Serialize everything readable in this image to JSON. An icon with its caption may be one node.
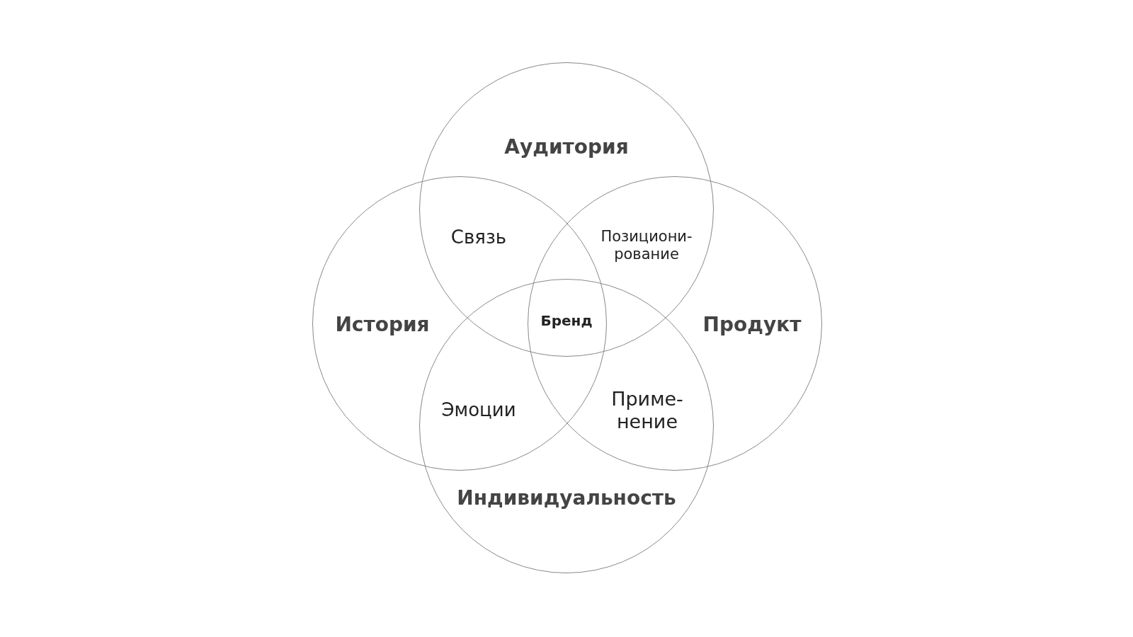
{
  "diagram": {
    "nodes": [
      {
        "text": [
          "Аудитория"
        ]
      },
      {
        "text": [
          "История"
        ]
      },
      {
        "text": [
          "Продукт"
        ]
      },
      {
        "text": [
          "Индивидуальность"
        ]
      }
    ],
    "labels": [
      "Связь",
      "Позициони-рование",
      "Бренд",
      "Эмоции",
      "Приме-нение"
    ]
  }
}
